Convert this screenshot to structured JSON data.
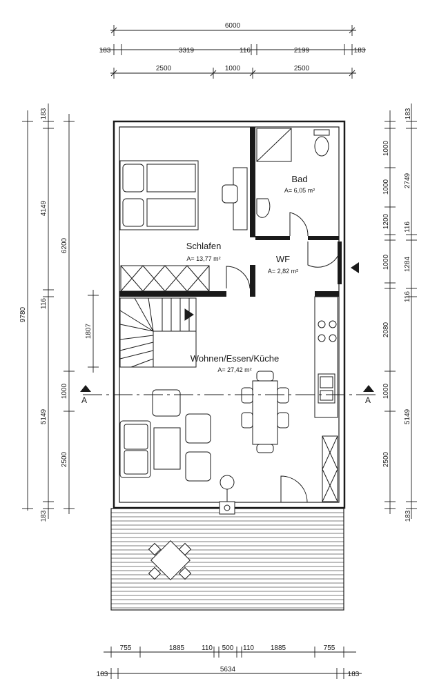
{
  "top_dimensions": {
    "overall": "6000",
    "row2": [
      "183",
      "3319",
      "116",
      "2199",
      "183"
    ],
    "row3": [
      "2500",
      "1000",
      "2500"
    ]
  },
  "bottom_dimensions": {
    "row1": [
      "755",
      "1885",
      "110",
      "500",
      "110",
      "1885",
      "755"
    ],
    "row2": [
      "183",
      "5634",
      "183"
    ]
  },
  "left_dimensions": {
    "overall": "9780",
    "outer": [
      "183",
      "4149",
      "116",
      "5149",
      "183"
    ],
    "middle": [
      "6200",
      "1000",
      "2500"
    ],
    "stair": "1807"
  },
  "right_dimensions": {
    "inner": [
      "183",
      "1000",
      "1000",
      "1200",
      "116",
      "1000",
      "116",
      "2080",
      "1000",
      "2500",
      "183"
    ],
    "outer": [
      "2749",
      "1284",
      "5149"
    ]
  },
  "rooms": {
    "schlafen": {
      "name": "Schlafen",
      "area": "A= 13,77 m²"
    },
    "bad": {
      "name": "Bad",
      "area": "A= 6,05 m²"
    },
    "wf": {
      "name": "WF",
      "area": "A= 2,82 m²"
    },
    "wohnen": {
      "name": "Wohnen/Essen/Küche",
      "area": "A= 27,42 m²"
    }
  },
  "section_markers": {
    "left": "A",
    "right": "A"
  },
  "colors": {
    "line": "#1a1a1a",
    "hatch": "#444444"
  }
}
